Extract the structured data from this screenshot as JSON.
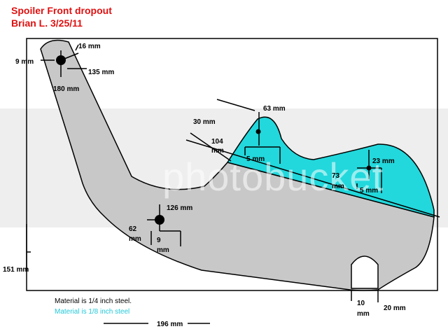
{
  "title_line1": "Spoiler Front dropout",
  "title_line2": "Brian L.  3/25/11",
  "dimensions": {
    "d9_top": "9 mm",
    "d16": "16 mm",
    "d135": "135 mm",
    "d180": "180 mm",
    "d63": "63 mm",
    "d30": "30 mm",
    "d104a": "104",
    "d104b": "mm",
    "d5a": "5 mm",
    "d23": "23 mm",
    "d73a": "73",
    "d73b": "mm",
    "d5b": "5 mm",
    "d126": "126 mm",
    "d62a": "62",
    "d62b": "mm",
    "d9_mid_a": "9",
    "d9_mid_b": "mm",
    "d151": "151 mm",
    "d10a": "10",
    "d10b": "mm",
    "d20": "20 mm",
    "d196": "196 mm"
  },
  "notes": {
    "material_1": "Material is 1/4 inch steel.",
    "material_2": "Material is 1/8 inch steel"
  },
  "watermark": "photobucket",
  "colors": {
    "title": "#e01010",
    "steel_quarter": "#c8c8c8",
    "steel_eighth": "#22d8dc",
    "band": "#eeeeee"
  }
}
